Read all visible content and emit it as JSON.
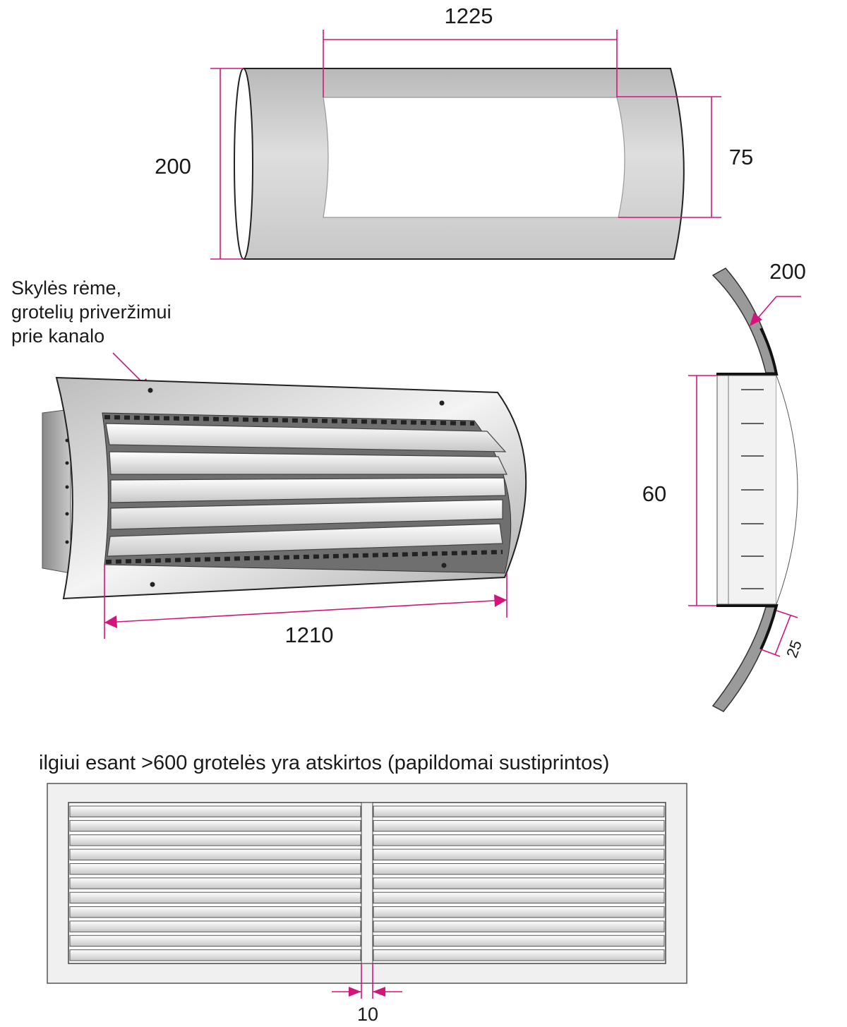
{
  "colors": {
    "dimension": "#d3157b",
    "metal_light": "#ececec",
    "metal_dark": "#8c8c8c"
  },
  "duct_view": {
    "length_label": "1225",
    "diameter_label": "200",
    "opening_height_label": "75"
  },
  "grille_view": {
    "note_lines": [
      "Skylės rėme,",
      "grotelių priveržimui",
      "prie kanalo"
    ],
    "length_label": "1210"
  },
  "side_view": {
    "diameter_label": "200",
    "height_label": "60",
    "flange_label": "25"
  },
  "split_view": {
    "caption": "ilgiui esant >600 grotelės yra atskirtos (papildomai sustiprintos)",
    "gap_label": "10"
  }
}
